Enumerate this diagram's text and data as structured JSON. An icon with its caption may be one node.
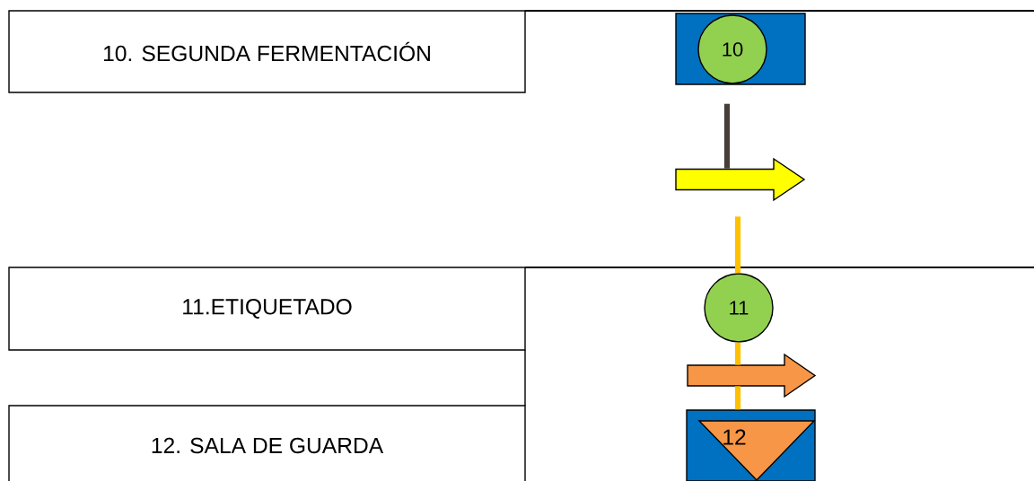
{
  "diagram": {
    "nodes": [
      {
        "text": [
          "10. SEGUNDA FERMENTACIÓN"
        ]
      },
      {
        "text": [],
        "shape": "box"
      },
      {
        "text": [
          "10"
        ],
        "in": 1
      },
      {
        "text": [],
        "shape": "arrow"
      },
      {
        "text": [
          "11.ETIQUETADO"
        ]
      },
      {
        "text": [
          "11"
        ]
      },
      {
        "text": [],
        "shape": "arrow"
      },
      {
        "text": [
          "12. SALA DE GUARDA"
        ]
      },
      {
        "text": [],
        "shape": "box"
      },
      {
        "text": [
          "12"
        ],
        "in": 8
      }
    ],
    "edges": [
      {
        "from": 1,
        "to": 3,
        "arrow": "none",
        "color": "#463e38"
      },
      {
        "from": 3,
        "to": 5,
        "arrow": "none"
      },
      {
        "from": 5,
        "to": 6,
        "arrow": "none"
      },
      {
        "from": 6,
        "to": 8,
        "arrow": "none"
      }
    ]
  }
}
